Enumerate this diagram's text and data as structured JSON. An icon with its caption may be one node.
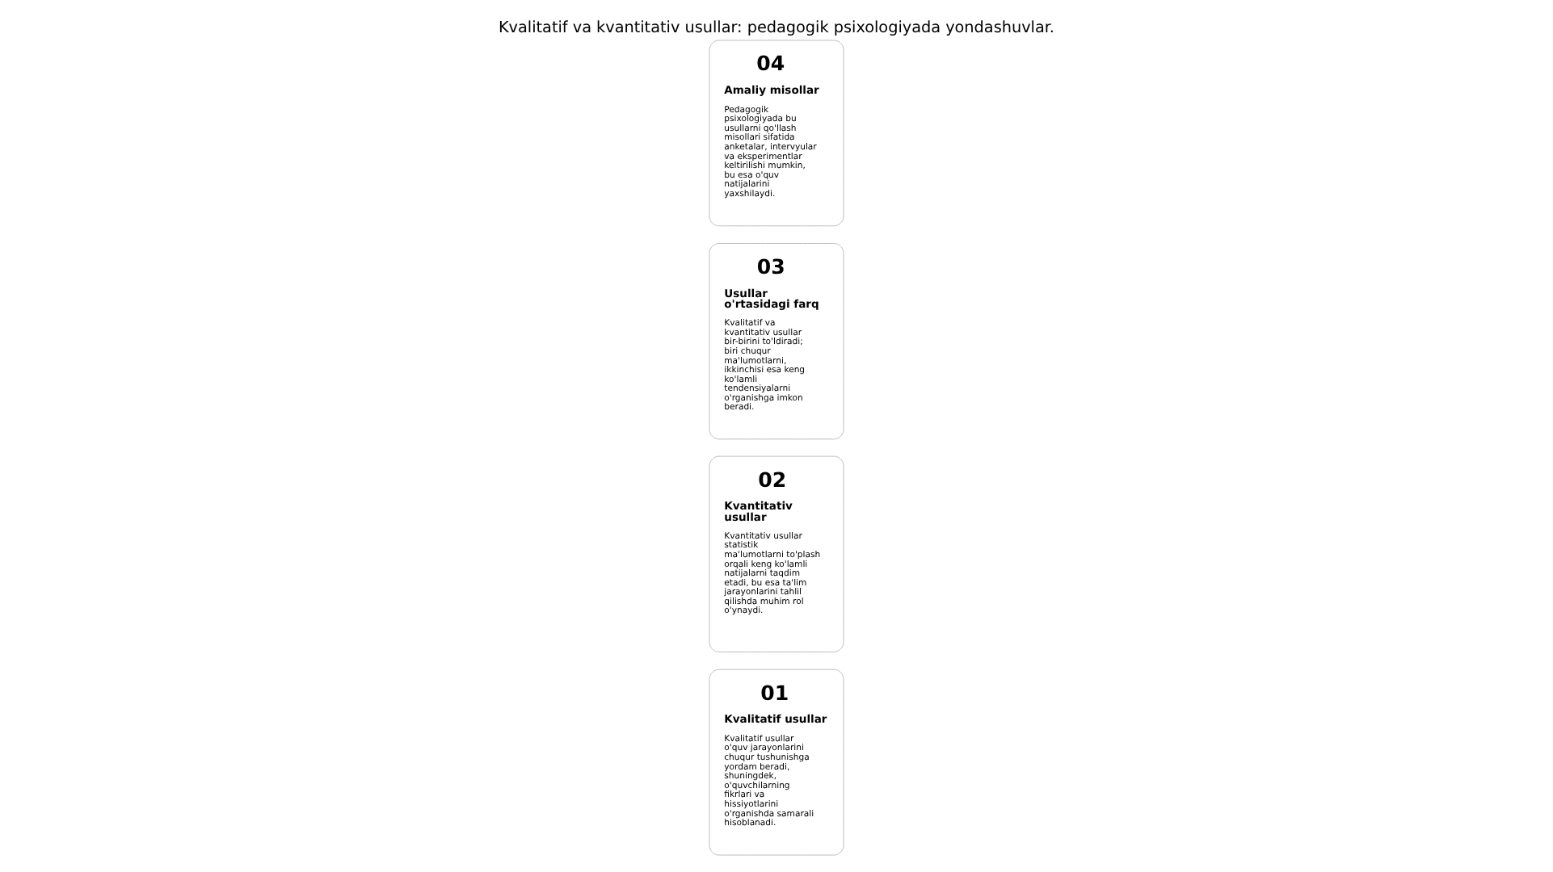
{
  "diagram": {
    "title": "Kvalitatif va kvantitativ usullar: pedagogik psixologiyada yondashuvlar.",
    "nodes": [
      {
        "text": [
          "01",
          "Kvalitatif usullar",
          "Kvalitatif usullar o'quv jarayonlarini chuqur tushunishga yordam beradi, shuningdek, o'quvchilarning fikrlari va hissiyotlarini o'rganishda samarali hisoblanadi."
        ]
      },
      {
        "text": [
          "02",
          "Kvantitativ usullar",
          "Kvantitativ usullar statistik ma'lumotlarni to'plash orqali keng ko'lamli natijalarni taqdim etadi, bu esa ta'lim jarayonlarini tahlil qilishda muhim rol o'ynaydi."
        ]
      },
      {
        "text": [
          "03",
          "Usullar o'rtasidagi farq",
          "Kvalitatif va kvantitativ usullar bir-birini to'ldiradi; biri chuqur ma'lumotlarni, ikkinchisi esa keng ko'lamli tendensiyalarni o'rganishga imkon beradi."
        ]
      },
      {
        "text": [
          "04",
          "Amaliy misollar",
          "Pedagogik psixologiyada bu usullarni qo'llash misollari sifatida anketalar, intervyular va eksperimentlar keltirilishi mumkin, bu esa o'quv natijalarini yaxshilaydi."
        ]
      }
    ],
    "edges": []
  }
}
